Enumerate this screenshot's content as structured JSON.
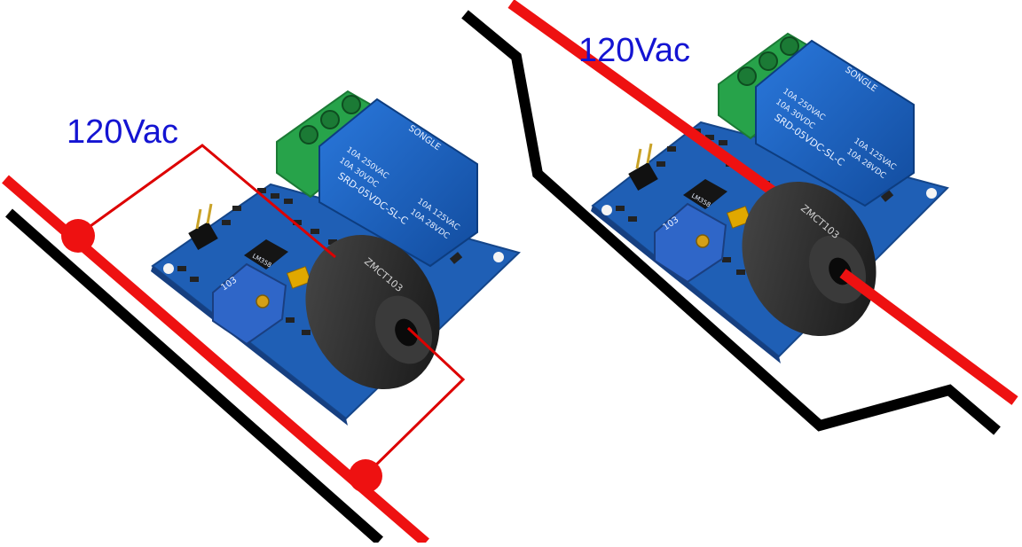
{
  "left_panel": {
    "voltage_label": "120Vac",
    "sensor_text": "ZMCT103",
    "relay_text": [
      "SRD-05VDC-SL-C",
      "10A 250VAC",
      "10A 30VDC",
      "10A 125VAC",
      "10A 28VDC",
      "SONGLE"
    ],
    "pot_text": "103",
    "chip_text": "LM358"
  },
  "right_panel": {
    "voltage_label": "120Vac",
    "sensor_text": "ZMCT103",
    "relay_text": [
      "SRD-05VDC-SL-C",
      "10A 250VAC",
      "10A 30VDC",
      "10A 125VAC",
      "10A 28VDC",
      "SONGLE"
    ],
    "pot_text": "103",
    "chip_text": "LM358"
  },
  "colors": {
    "live_wire": "#ee1111",
    "neutral_wire": "#000000",
    "loop_wire": "#dd0000",
    "pcb": "#1f5fb5",
    "relay": "#1c63c9",
    "terminal": "#27a34a",
    "coil": "#2a2a2a",
    "label": "#1414d2"
  }
}
